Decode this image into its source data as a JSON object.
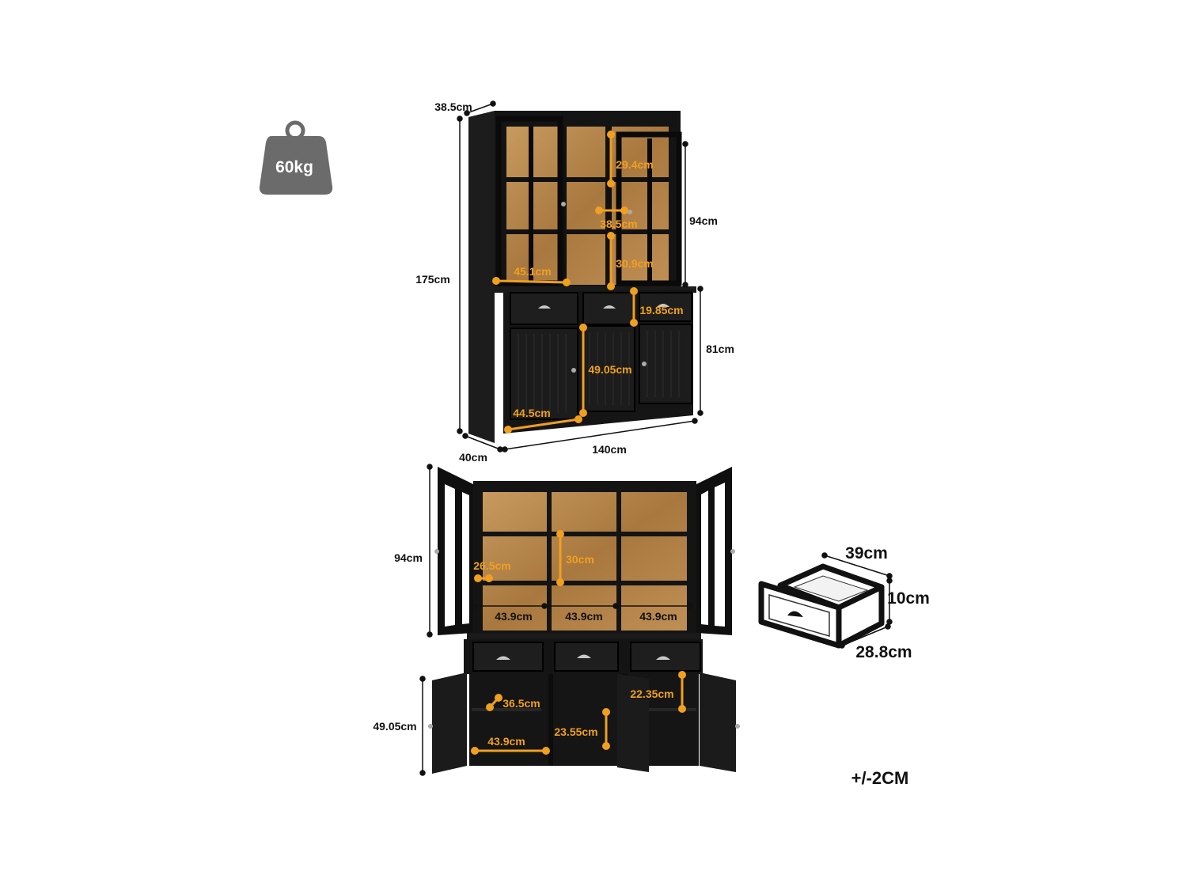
{
  "weight_badge": {
    "label": "60kg"
  },
  "tolerance": "+/-2CM",
  "colors": {
    "body": "#111111",
    "wood": "#b8894f",
    "accent": "#f0a020",
    "badge": "#6b6b6b"
  },
  "front_view": {
    "depth_top": "38.5cm",
    "total_height": "175cm",
    "hutch_height": "94cm",
    "base_height": "81cm",
    "depth_bottom": "40cm",
    "width": "140cm",
    "upper_compartment": "29.4cm",
    "shelf_depth": "38.5cm",
    "lower_compartment": "30.9cm",
    "glass_door_width": "45.1cm",
    "drawer_height": "19.85cm",
    "cabinet_height": "49.05cm",
    "door_width": "44.5cm"
  },
  "open_view": {
    "hutch_height": "94cm",
    "shelf_depth": "26.5cm",
    "shelf_spacing": "30cm",
    "bay_widths": [
      "43.9cm",
      "43.9cm",
      "43.9cm"
    ],
    "cabinet_height": "49.05cm",
    "cabinet_depth": "36.5cm",
    "cabinet_bay_width": "43.9cm",
    "shelf_lower": "23.55cm",
    "shelf_upper": "22.35cm"
  },
  "drawer_view": {
    "width": "39cm",
    "height": "10cm",
    "depth": "28.8cm"
  }
}
